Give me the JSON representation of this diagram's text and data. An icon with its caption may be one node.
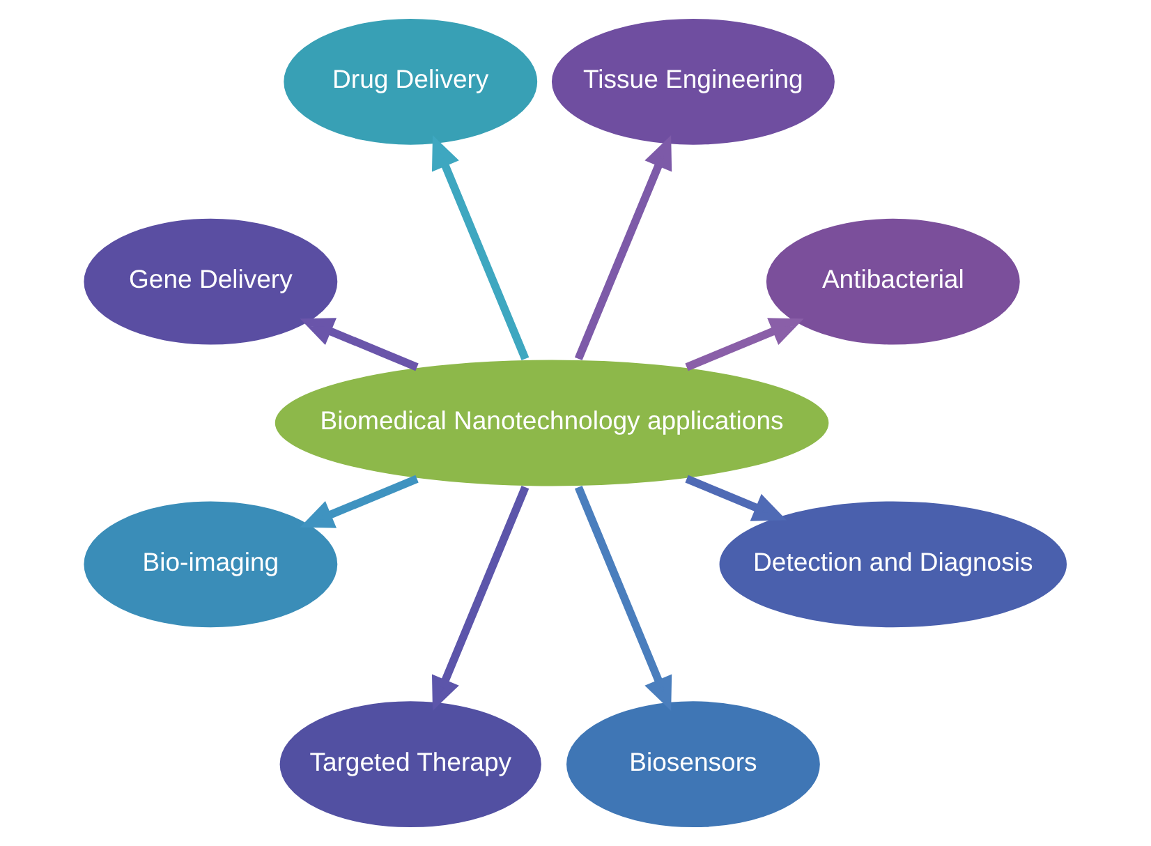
{
  "diagram": {
    "nodes": [
      {
        "text": [
          "Antibacterial"
        ]
      },
      {
        "text": [
          "Tissue Engineering"
        ]
      },
      {
        "text": [
          "Drug Delivery"
        ]
      },
      {
        "text": [
          "Gene Delivery"
        ]
      },
      {
        "text": [
          "Biomedical Nanotechnology applications"
        ]
      },
      {
        "text": [
          "Bio-imaging"
        ]
      },
      {
        "text": [
          "Targeted Therapy"
        ]
      },
      {
        "text": [
          "Biosensors"
        ]
      },
      {
        "text": [
          "Detection and Diagnosis"
        ]
      }
    ],
    "edges": [
      {
        "from": 4,
        "to": 0,
        "arrow": "to",
        "color": "#8a5fa8"
      },
      {
        "from": 4,
        "to": 1,
        "arrow": "to",
        "color": "#7d5aa8"
      },
      {
        "from": 4,
        "to": 3,
        "arrow": "to",
        "color": "#6a55aa"
      },
      {
        "from": 4,
        "to": 6,
        "arrow": "to",
        "color": "#5c55aa"
      },
      {
        "from": 4,
        "to": 8,
        "arrow": "to",
        "color": "#4f6ab5"
      },
      {
        "from": 4,
        "to": 7,
        "arrow": "to",
        "color": "#4a7ebd"
      },
      {
        "from": 4,
        "to": 5,
        "arrow": "to",
        "color": "#3f93c0"
      },
      {
        "from": 4,
        "to": 2,
        "arrow": "to",
        "color": "#3ea7c0"
      }
    ]
  }
}
